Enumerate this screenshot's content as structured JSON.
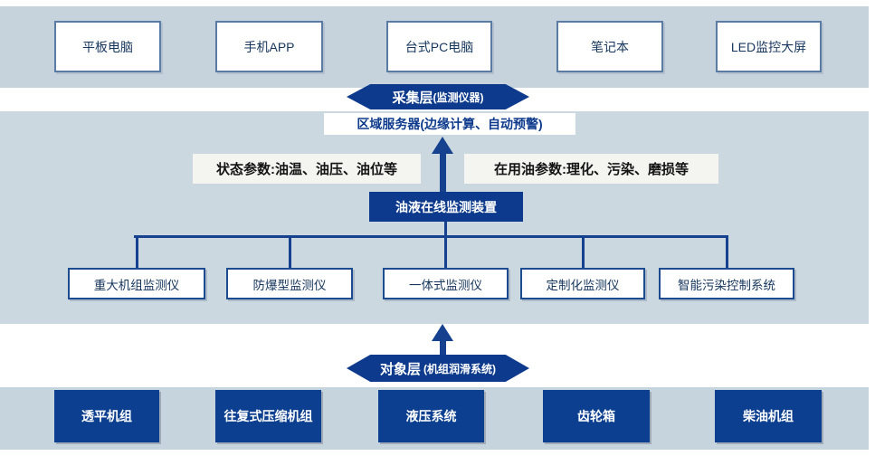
{
  "colors": {
    "band_top": "#c6d3dd",
    "band_mid": "#ccd8e0",
    "band_bottom": "#c6d4de",
    "dark_blue": "#0d3a8c",
    "dark_blue_box": "#0c3f90",
    "line_color": "#15418f",
    "box_border": "#5a7ca4",
    "row_box_border": "#1d4b8f",
    "text_navy": "#17365d",
    "label_bg": "#f4f4f1"
  },
  "top_devices": [
    "平板电脑",
    "手机APP",
    "台式PC电脑",
    "笔记本",
    "LED监控大屏"
  ],
  "collection_layer": {
    "title": "采集层",
    "subtitle": "(监测仪器)"
  },
  "server_box": {
    "label": "区域服务器(边缘计算、自动预警)"
  },
  "param_labels": {
    "left": "状态参数:油温、油压、油位等",
    "right": "在用油参数:理化、污染、磨损等"
  },
  "monitor_device": {
    "label": "油液在线监测装置"
  },
  "monitors": [
    "重大机组监测仪",
    "防爆型监测仪",
    "一体式监测仪",
    "定制化监测仪",
    "智能污染控制系统"
  ],
  "object_layer": {
    "title": "对象层",
    "subtitle": "(机组润滑系统)"
  },
  "object_units": [
    "透平机组",
    "往复式压缩机组",
    "液压系统",
    "齿轮箱",
    "柴油机组"
  ]
}
